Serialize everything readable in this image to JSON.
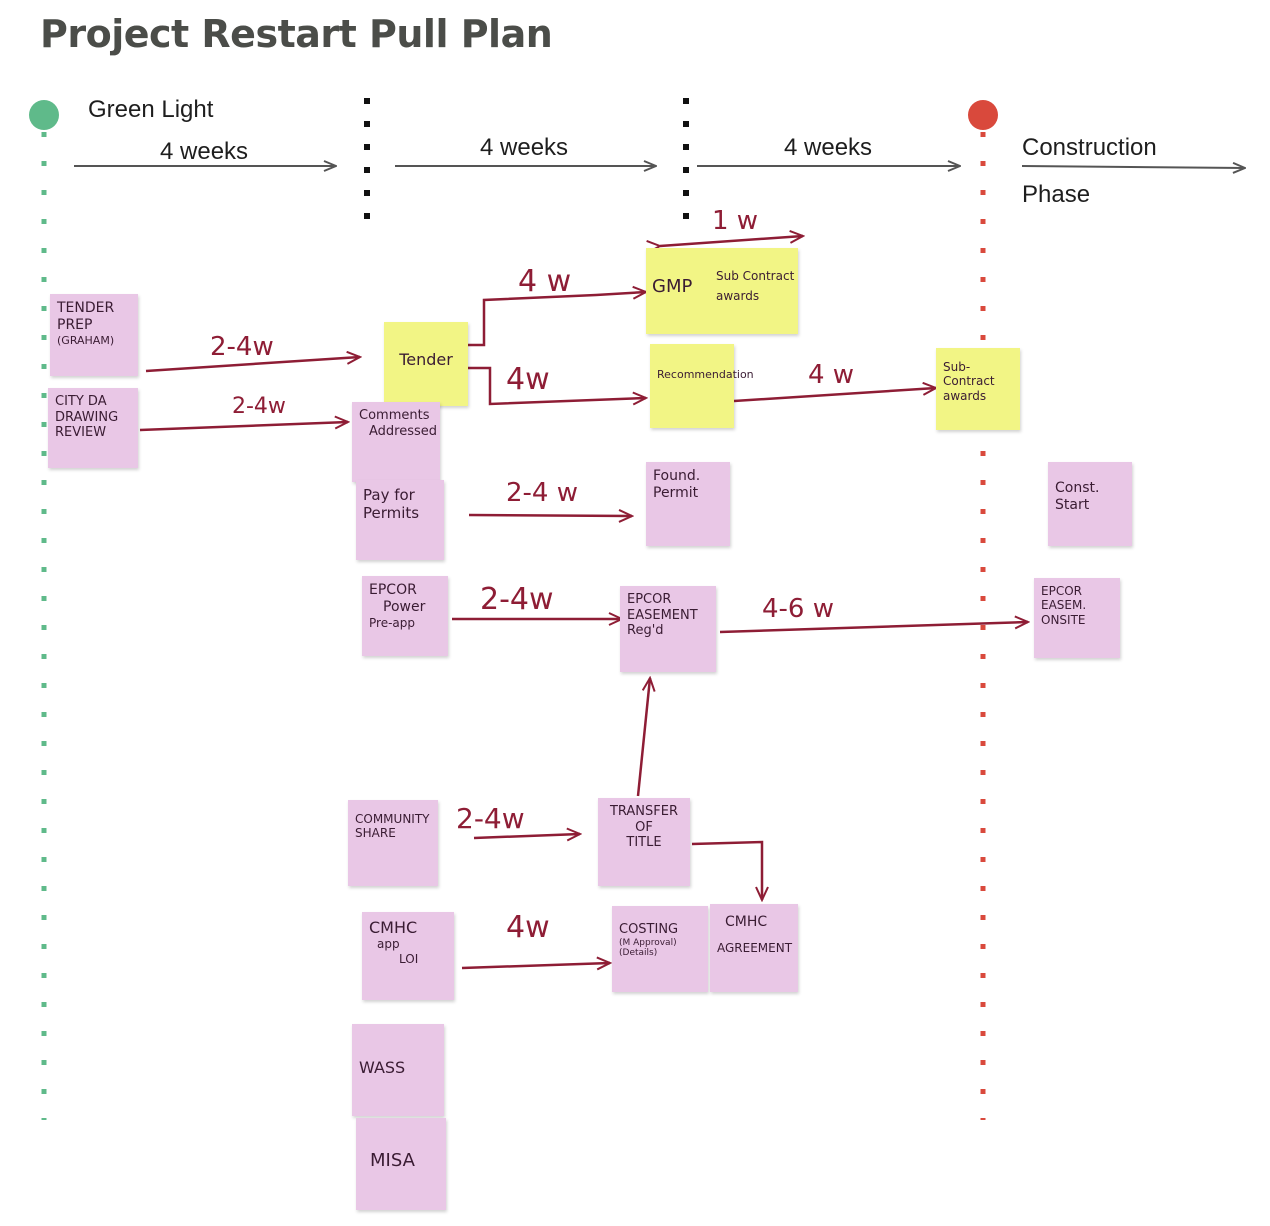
{
  "title": "Project Restart Pull Plan",
  "milestones": {
    "start_label": "Green Light",
    "end_label_line1": "Construction",
    "end_label_line2": "Phase",
    "start_color": "#5fba8a",
    "end_color": "#d9493c"
  },
  "durations": [
    "4 weeks",
    "4 weeks",
    "4 weeks"
  ],
  "notes": {
    "tender_prep": [
      "TENDER",
      "PREP",
      "(GRAHAM)"
    ],
    "city_review": [
      "CITY DA",
      "DRAWING",
      "REVIEW"
    ],
    "tender": "Tender",
    "comments": [
      "Comments",
      "Addressed"
    ],
    "pay_permits": [
      "Pay for",
      "Permits"
    ],
    "epcor_power": [
      "EPCOR",
      "Power",
      "Pre-app"
    ],
    "gmp": "GMP",
    "subcontract_awards_a": [
      "Sub Contract",
      "awards"
    ],
    "recommendation": "Recommendation",
    "found_permit": [
      "Found.",
      "Permit"
    ],
    "epcor_easement": [
      "EPCOR",
      "EASEMENT",
      "Reg'd"
    ],
    "subcontract_awards_b": [
      "Sub-Contract",
      "awards"
    ],
    "const_start": [
      "Const.",
      "Start"
    ],
    "epcor_onsite": [
      "EPCOR",
      "EASEM.",
      "ONSITE"
    ],
    "community_share": [
      "COMMUNITY",
      "SHARE"
    ],
    "transfer_title": [
      "TRANSFER",
      "OF",
      "TITLE"
    ],
    "cmhc_app": [
      "CMHC",
      "app",
      "LOI"
    ],
    "costing": [
      "COSTING",
      "(M Approval)",
      "(Details)"
    ],
    "cmhc_agreement": [
      "CMHC",
      "AGREEMENT"
    ],
    "wass": "WASS",
    "misa": "MISA"
  },
  "links": {
    "tenderprep_to_tender": "2-4w",
    "review_to_comments": "2-4w",
    "tender_to_gmp": "4 w",
    "tender_to_recommendation": "4w",
    "recommendation_to_subcontract": "4 w",
    "permits_to_found": "2-4 w",
    "power_to_easement": "2-4w",
    "easement_to_onsite": "4-6 w",
    "gmp_span": "1 w",
    "community_to_transfer": "2-4w",
    "cmhc_to_costing": "4w"
  },
  "colors": {
    "ink": "#8e1d35",
    "note_pink": "#e9c7e6",
    "note_yellow": "#f2f585"
  }
}
